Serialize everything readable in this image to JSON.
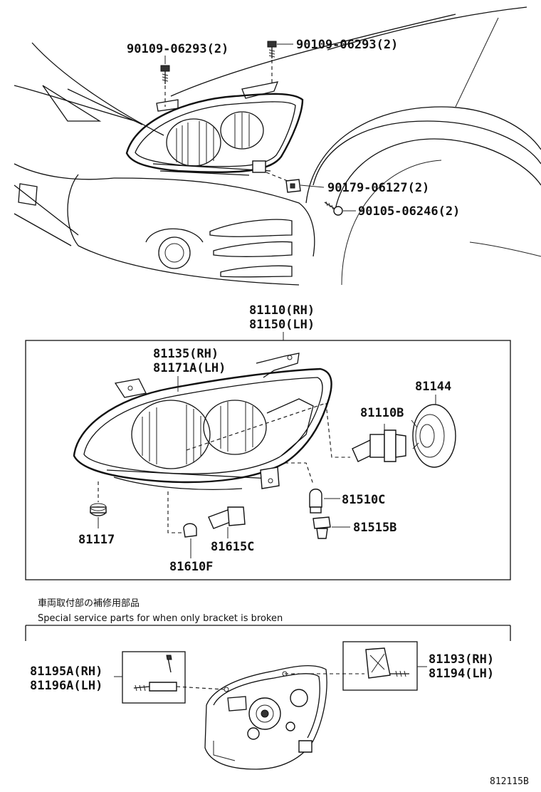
{
  "labels": {
    "bolt_top_left": "90109-06293(2)",
    "bolt_top_right": "90109-06293(2)",
    "clip_nut": "90179-06127(2)",
    "bolt_lower": "90105-06246(2)",
    "assy_rh": "81110(RH)",
    "assy_lh": "81150(LH)",
    "lens_rh": "81135(RH)",
    "lens_lh": "81171A(LH)",
    "cap": "81144",
    "bulb_main": "81110B",
    "bulb_510": "81510C",
    "socket_515": "81515B",
    "grommet": "81117",
    "socket_615": "81615C",
    "bulb_610": "81610F",
    "bracket_rh_l": "81195A(RH)",
    "bracket_lh_l": "81196A(LH)",
    "bracket_rh_r": "81193(RH)",
    "bracket_lh_r": "81194(LH)"
  },
  "notes": {
    "jp": "車両取付部の補修用部品",
    "en": "Special service parts for when only bracket is broken"
  },
  "figure_code": "812115B"
}
